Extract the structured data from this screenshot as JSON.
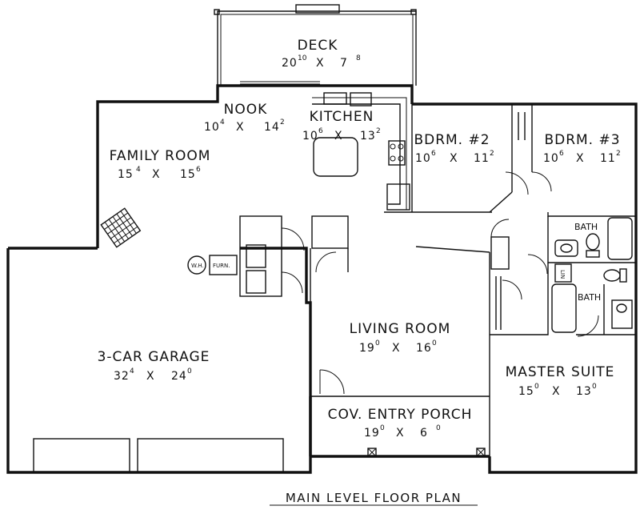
{
  "title": "MAIN LEVEL FLOOR PLAN",
  "rooms": [
    {
      "id": "deck",
      "name": "DECK",
      "w": "20",
      "w_in": "10",
      "l": "7",
      "l_in": "8"
    },
    {
      "id": "nook",
      "name": "NOOK",
      "w": "10",
      "w_in": "4",
      "l": "14",
      "l_in": "2"
    },
    {
      "id": "kitchen",
      "name": "KITCHEN",
      "w": "10",
      "w_in": "6",
      "l": "13",
      "l_in": "2"
    },
    {
      "id": "bdrm2",
      "name": "BDRM. #2",
      "w": "10",
      "w_in": "6",
      "l": "11",
      "l_in": "2"
    },
    {
      "id": "bdrm3",
      "name": "BDRM. #3",
      "w": "10",
      "w_in": "6",
      "l": "11",
      "l_in": "2"
    },
    {
      "id": "family",
      "name": "FAMILY ROOM",
      "w": "15",
      "w_in": "4",
      "l": "15",
      "l_in": "6"
    },
    {
      "id": "living",
      "name": "LIVING ROOM",
      "w": "19",
      "w_in": "0",
      "l": "16",
      "l_in": "0"
    },
    {
      "id": "garage",
      "name": "3-CAR GARAGE",
      "w": "32",
      "w_in": "4",
      "l": "24",
      "l_in": "0"
    },
    {
      "id": "master",
      "name": "MASTER SUITE",
      "w": "15",
      "w_in": "0",
      "l": "13",
      "l_in": "0"
    },
    {
      "id": "porch",
      "name": "COV. ENTRY PORCH",
      "w": "19",
      "w_in": "0",
      "l": "6",
      "l_in": "0"
    }
  ],
  "dim_separator": "X",
  "small_labels": {
    "bath1": "BATH",
    "bath2": "BATH",
    "wh": "W.H.",
    "furn": "FURN.",
    "lin": "LIN"
  }
}
